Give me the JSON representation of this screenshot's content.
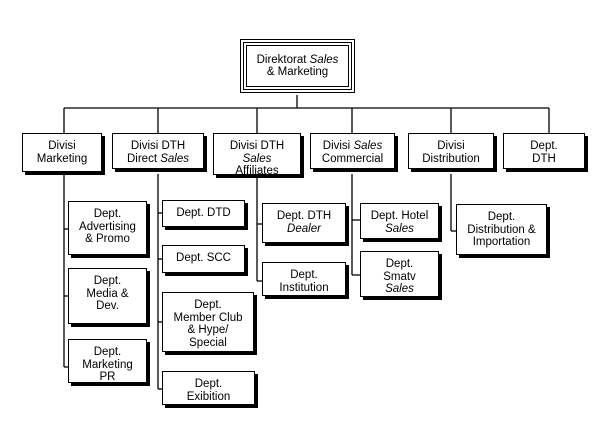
{
  "top": [
    "Direktorat <i>Sales</i>",
    "& Marketing"
  ],
  "divisions": {
    "marketing": [
      "Divisi",
      "Marketing"
    ],
    "dth_direct": [
      "Divisi DTH",
      "Direct <i>Sales</i>"
    ],
    "dth_affiliates": [
      "Divisi DTH",
      "<i>Sales</i>",
      "Affiliates"
    ],
    "sales_commercial": [
      "Divisi <i>Sales</i>",
      "Commercial"
    ],
    "distribution": [
      "Divisi",
      "Distribution"
    ],
    "dept_dth": [
      "Dept.",
      "DTH"
    ]
  },
  "departments": {
    "advertising": [
      "Dept.",
      "Advertising",
      "& Promo"
    ],
    "media": [
      "Dept.",
      "Media &",
      "Dev."
    ],
    "marketing_pr": [
      "Dept.",
      "Marketing",
      "PR"
    ],
    "dtd": [
      "Dept. DTD"
    ],
    "scc": [
      "Dept. SCC"
    ],
    "member_club": [
      "Dept.",
      "Member Club",
      "& Hype/",
      "Special"
    ],
    "exhibition": [
      "Dept.",
      "Exibition"
    ],
    "dth_dealer": [
      "Dept. DTH",
      "<i>Dealer</i>"
    ],
    "institution": [
      "Dept.",
      "Institution"
    ],
    "hotel": [
      "Dept. Hotel",
      "<i>Sales</i>"
    ],
    "smatv": [
      "Dept.",
      "Smatv",
      "<i>Sales</i>"
    ],
    "distribution_importation": [
      "Dept.",
      "Distribution &",
      "Importation"
    ]
  }
}
